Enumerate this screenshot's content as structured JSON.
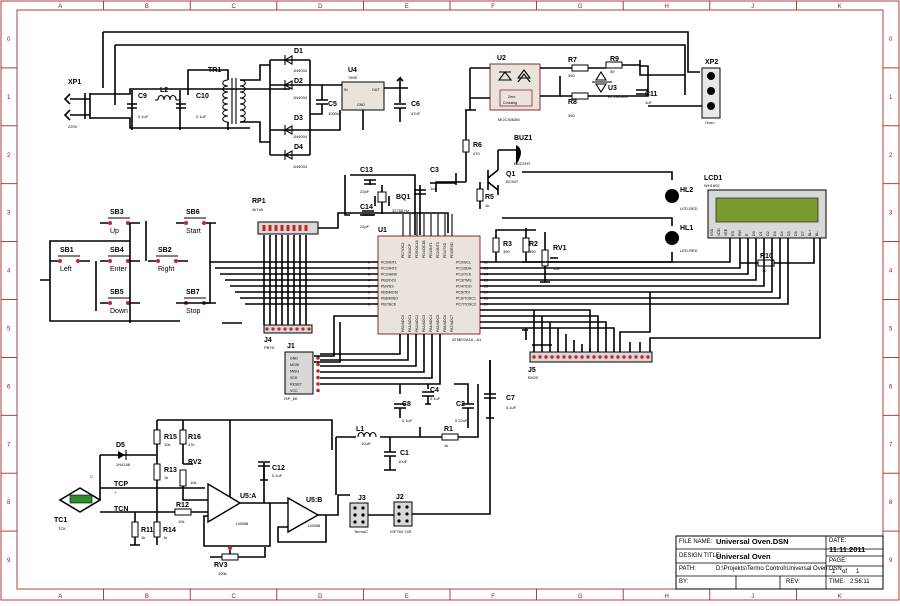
{
  "border": {
    "cols": [
      "A",
      "B",
      "C",
      "D",
      "E",
      "F",
      "G",
      "H",
      "J",
      "K"
    ],
    "rows": [
      "0",
      "1",
      "2",
      "3",
      "4",
      "5",
      "6",
      "7",
      "8",
      "9"
    ]
  },
  "components": {
    "XP1": {
      "ref": "XP1",
      "val": "220V"
    },
    "C9": {
      "ref": "C9",
      "val": "0.1uF"
    },
    "L2": {
      "ref": "L2",
      "val": ""
    },
    "C10": {
      "ref": "C10",
      "val": "0.1uF"
    },
    "TR1": {
      "ref": "TR1",
      "val": ""
    },
    "D1": {
      "ref": "D1",
      "val": "1N4004"
    },
    "D2": {
      "ref": "D2",
      "val": "1N4004"
    },
    "D3": {
      "ref": "D3",
      "val": "1N4004"
    },
    "D4": {
      "ref": "D4",
      "val": "1N4004"
    },
    "C5": {
      "ref": "C5",
      "val": "1000uF"
    },
    "U4": {
      "ref": "U4",
      "val": "7805",
      "pins": [
        "IN",
        "OUT",
        "GND"
      ]
    },
    "C6": {
      "ref": "C6",
      "val": "47uF"
    },
    "U2": {
      "ref": "U2",
      "val": "MOC3063M",
      "inner": [
        "Zero",
        "Crossing"
      ]
    },
    "R7": {
      "ref": "R7",
      "val": "390"
    },
    "R9": {
      "ref": "R9",
      "val": "39"
    },
    "R8": {
      "ref": "R8",
      "val": "390"
    },
    "U3": {
      "ref": "U3",
      "val": "BT136-600"
    },
    "C11": {
      "ref": "C11",
      "val": "1uF"
    },
    "XP2": {
      "ref": "XP2",
      "val": "Oven"
    },
    "R6": {
      "ref": "R6",
      "val": "470"
    },
    "BUZ1": {
      "ref": "BUZ1",
      "val": "BUZZER"
    },
    "Q1": {
      "ref": "Q1",
      "val": "BC547"
    },
    "R5": {
      "ref": "R5",
      "val": "1k"
    },
    "C13": {
      "ref": "C13",
      "val": "22pF"
    },
    "C3": {
      "ref": "C3",
      "val": "1uF"
    },
    "BQ1": {
      "ref": "BQ1",
      "val": "32768 Hz"
    },
    "C14": {
      "ref": "C14",
      "val": "22pF"
    },
    "RP1": {
      "ref": "RP1",
      "val": "4k7x8"
    },
    "HL2": {
      "ref": "HL2",
      "val": "LED-RED"
    },
    "HL1": {
      "ref": "HL1",
      "val": "LED-RED"
    },
    "LCD1": {
      "ref": "LCD1",
      "val": "WH1602",
      "pins": [
        "VSS",
        "VDD",
        "VEE",
        "RS",
        "RW",
        "E",
        "D0",
        "D1",
        "D2",
        "D3",
        "D4",
        "D5",
        "D6",
        "D7",
        "BL+",
        "BL-"
      ]
    },
    "R3": {
      "ref": "R3",
      "val": "390"
    },
    "R2": {
      "ref": "R2",
      "val": "390"
    },
    "RV1": {
      "ref": "RV1",
      "val": "10k"
    },
    "R10": {
      "ref": "R10",
      "val": "10"
    },
    "U1": {
      "ref": "U1",
      "val": "ATMEGA16 - A1",
      "left": [
        "PC0/INT1",
        "PC1/INT2",
        "PC2/AIN0",
        "PB3/OC0",
        "PB4/SS",
        "PB5/MOSI",
        "PB6/MISO",
        "PB7/SCK"
      ],
      "leftnums": [
        "1",
        "2",
        "3",
        "4",
        "5",
        "6",
        "7",
        "8"
      ],
      "right": [
        "PC0/SCL",
        "PC1/SDA",
        "PC2/TCK",
        "PC3/TMS",
        "PC4/TDO",
        "PC5/TDI",
        "PC6/TOSC1",
        "PC7/TOSC2"
      ],
      "rightnums": [
        "22",
        "23",
        "24",
        "25",
        "26",
        "27",
        "28",
        "29"
      ],
      "top": [
        "PD7/OC2",
        "PD6/ICP",
        "PD5/OC1A",
        "PD4/OC1B",
        "PD3/INT1",
        "PD2/INT0",
        "PD1/TXD",
        "PD0/RXD"
      ],
      "bottom": [
        "PA0/ADC0",
        "PA1/ADC1",
        "PA2/ADC2",
        "PA3/ADC3",
        "PA4/ADC4",
        "PA5/ADC5",
        "PA6/ADC6",
        "PA7/ADC7"
      ]
    },
    "J4": {
      "ref": "J4",
      "val": "PBYK"
    },
    "J1": {
      "ref": "J1",
      "val": "ISP_6K",
      "pins": [
        "GND",
        "MOSI",
        "MISO",
        "SCK",
        "RESET",
        "VCC"
      ]
    },
    "J5": {
      "ref": "J5",
      "val": "BH20"
    },
    "C8": {
      "ref": "C8",
      "val": "0.1uF"
    },
    "C4": {
      "ref": "C4",
      "val": "0.1uF"
    },
    "C2": {
      "ref": "C2",
      "val": "0.22uF"
    },
    "C7": {
      "ref": "C7",
      "val": "0.1uF"
    },
    "L1": {
      "ref": "L1",
      "val": "10uH"
    },
    "C1": {
      "ref": "C1",
      "val": "10uF"
    },
    "R1": {
      "ref": "R1",
      "val": "1k"
    },
    "D5": {
      "ref": "D5",
      "val": "1N4148"
    },
    "R15": {
      "ref": "R15",
      "val": "10k"
    },
    "R16": {
      "ref": "R16",
      "val": "47k"
    },
    "R13": {
      "ref": "R13",
      "val": "1k"
    },
    "RV2": {
      "ref": "RV2",
      "val": "10k"
    },
    "C12": {
      "ref": "C12",
      "val": "0.1uF"
    },
    "U5A": {
      "ref": "U5:A",
      "val": "LM358"
    },
    "U5B": {
      "ref": "U5:B",
      "val": "LM358"
    },
    "J3": {
      "ref": "J3",
      "val": "TermoC"
    },
    "J2": {
      "ref": "J2",
      "val": "ISP784 74S"
    },
    "TC1": {
      "ref": "TC1",
      "val": "TCK"
    },
    "C": {
      "ref": "C",
      "val": ""
    },
    "R11": {
      "ref": "R11",
      "val": "1k"
    },
    "R14": {
      "ref": "R14",
      "val": "1k"
    },
    "R12": {
      "ref": "R12",
      "val": "10k"
    },
    "RV3": {
      "ref": "RV3",
      "val": "100k"
    }
  },
  "netlabels": {
    "tcp": "TCP",
    "tcn": "TCN",
    "plus": "+",
    "minus": "-"
  },
  "buttons": [
    {
      "ref": "SB3",
      "label": "Up"
    },
    {
      "ref": "SB6",
      "label": "Start"
    },
    {
      "ref": "SB1",
      "label": "Left"
    },
    {
      "ref": "SB4",
      "label": "Enter"
    },
    {
      "ref": "SB2",
      "label": "Right"
    },
    {
      "ref": "SB5",
      "label": "Down"
    },
    {
      "ref": "SB7",
      "label": "Stop"
    }
  ],
  "titleblock": {
    "filename_label": "FILE NAME:",
    "filename": "Universal Oven.DSN",
    "date_label": "DATE:",
    "date": "11.11.2011",
    "design_label": "DESIGN TITLE:",
    "design": "Universal Oven",
    "page_label": "PAGE:",
    "page_cur": "1",
    "page_of": "of",
    "page_tot": "1",
    "path_label": "PATH:",
    "path": "D:\\Projekts\\Termo Control\\Universal Oven.DSN",
    "by_label": "BY:",
    "rev_label": "REV:",
    "time_label": "TIME:",
    "time": "2:56:11"
  }
}
